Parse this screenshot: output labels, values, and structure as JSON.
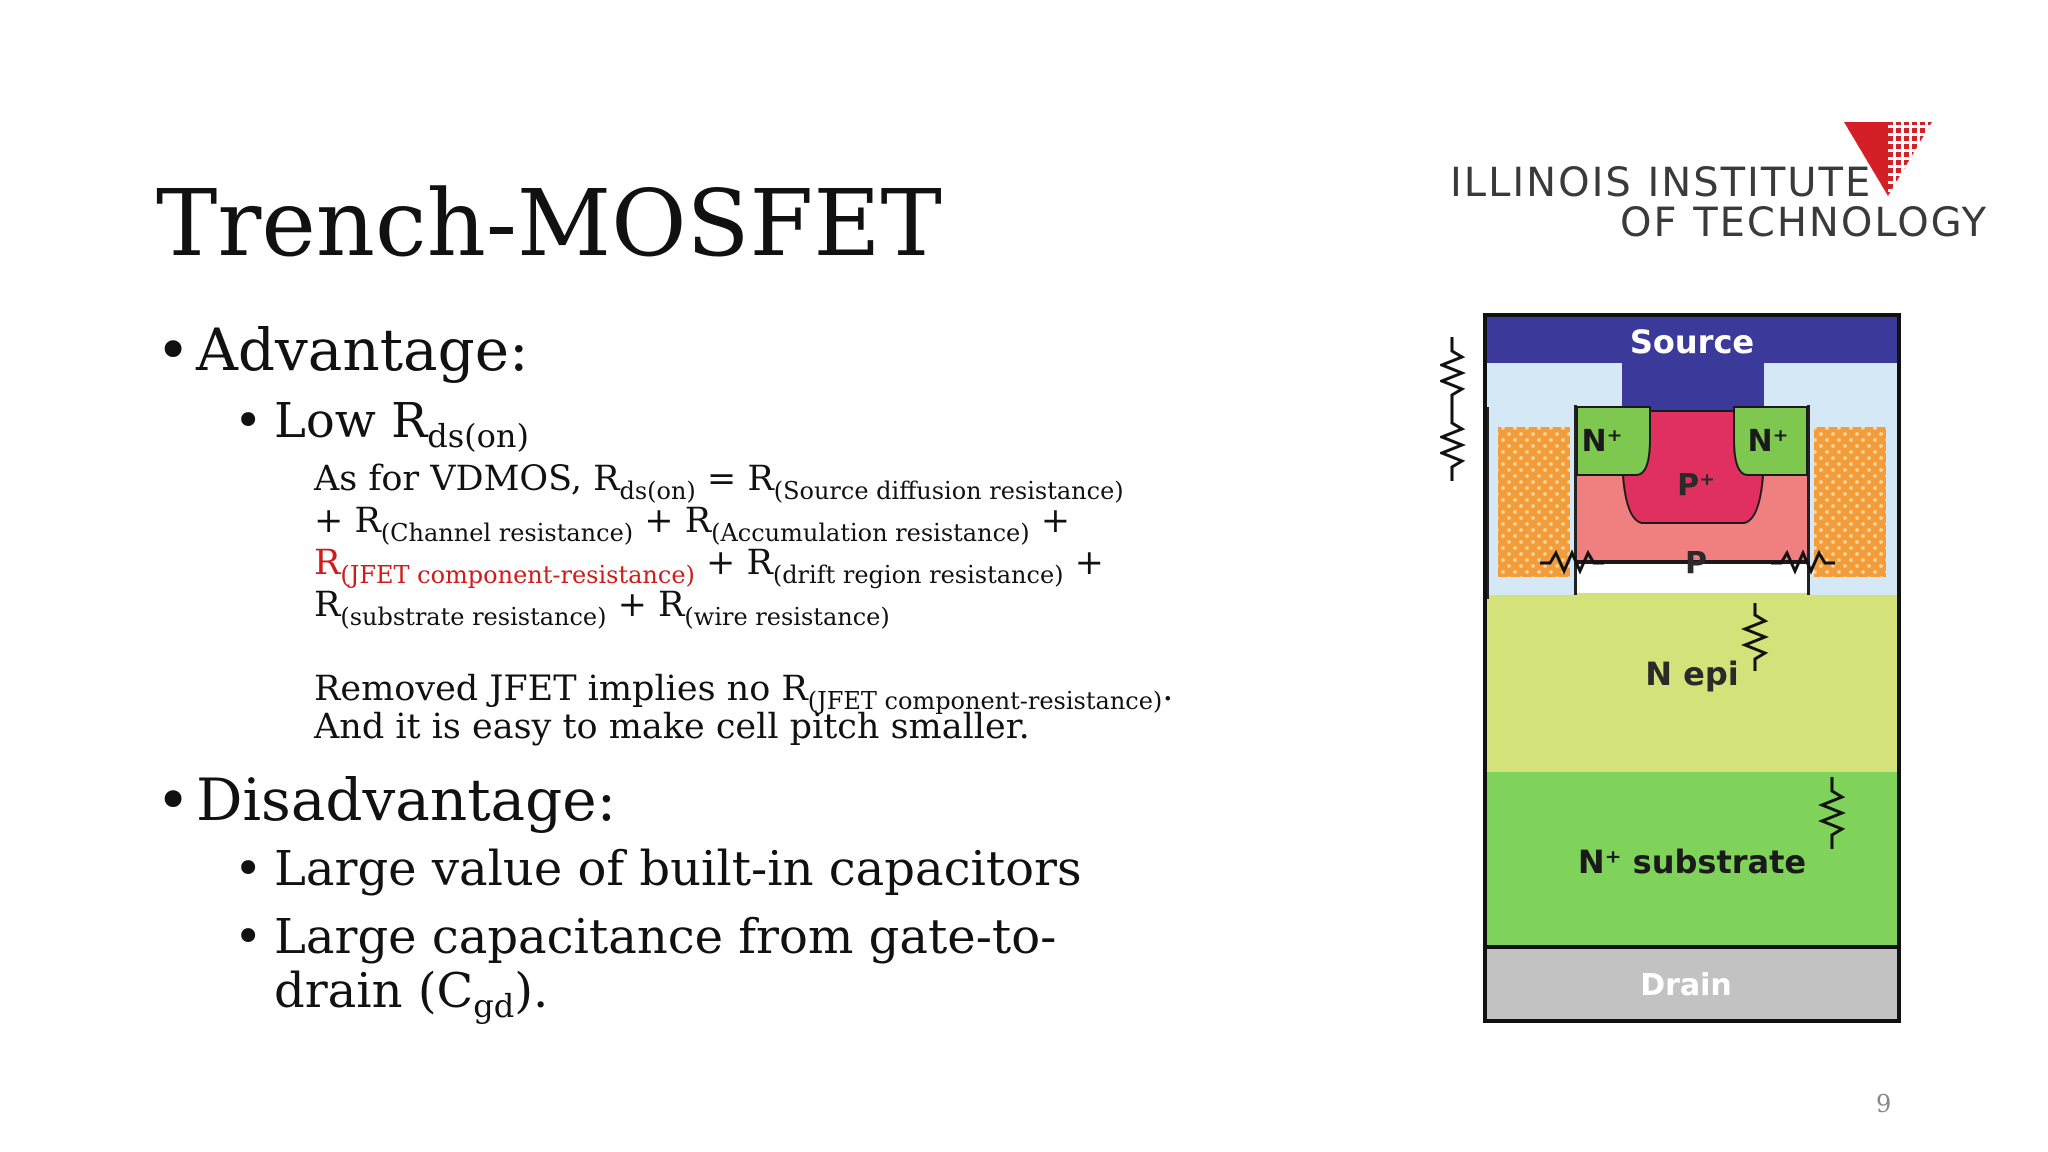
{
  "slide": {
    "title": "Trench-MOSFET",
    "page_number": "9"
  },
  "logo": {
    "line1": "ILLINOIS INSTITUTE",
    "line2": "OF TECHNOLOGY",
    "brand_color": "#d51f26"
  },
  "advantage": {
    "heading": "Advantage:",
    "point_prefix": "Low R",
    "point_sub": "ds(on)",
    "eq": {
      "lead": "As for VDMOS, R",
      "rds_sub": "ds(on)",
      "eq_r": " = R",
      "sub_source": "(Source diffusion resistance)",
      "plus_r1": "+ R",
      "sub_channel": "(Channel resistance)",
      "plus_r2": " + R",
      "sub_accum": "(Accumulation resistance)",
      "plus_end1": " +",
      "r_jfet": "R",
      "sub_jfet": "(JFET component-resistance)",
      "plus_r3": " + R",
      "sub_drift": "(drift region resistance)",
      "plus_end2": " +",
      "r4": "R",
      "sub_substrate": "(substrate resistance)",
      "plus_r5": " + R",
      "sub_wire": "(wire resistance)"
    },
    "note": {
      "line1_prefix": "Removed JFET implies no R",
      "line1_sub": "(JFET component-resistance)",
      "line1_end": ".",
      "line2": "And it is easy to make cell pitch smaller."
    }
  },
  "disadvantage": {
    "heading": "Disadvantage:",
    "point1": "Large value of built-in capacitors",
    "point2_line1": "Large capacitance from gate-to-",
    "point2_line2_prefix": "drain (C",
    "point2_line2_sub": "gd",
    "point2_line2_end": ")."
  },
  "diagram": {
    "labels": {
      "source": "Source",
      "n_plus_left": "N⁺",
      "n_plus_right": "N⁺",
      "p_plus": "P⁺",
      "p": "P",
      "n_epi": "N epi",
      "n_substrate": "N⁺ substrate",
      "drain": "Drain"
    },
    "colors": {
      "source": "#3b3a9a",
      "oxide": "#d4e9f5",
      "gate_poly": "#f39c3a",
      "n_plus": "#7ec850",
      "p_plus": "#e03060",
      "p_body": "#f08080",
      "n_epi": "#d4e27a",
      "n_substrate": "#80d35a",
      "drain": "#c2c2c2"
    }
  }
}
